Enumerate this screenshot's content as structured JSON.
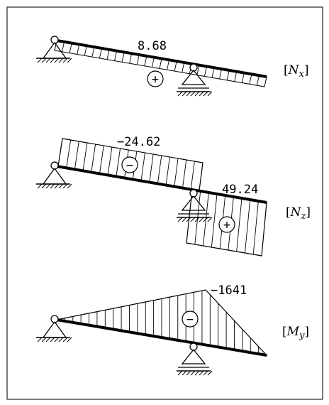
{
  "diagrams": [
    {
      "name": "normal-force-x",
      "value_label": "8.68",
      "sign": "+",
      "label_prefix": "[",
      "label_symbol": "N",
      "label_subscript": "x",
      "label_suffix": "]"
    },
    {
      "name": "normal-force-z",
      "value_label_left": "−24.62",
      "value_label_right": "49.24",
      "sign_left": "−",
      "sign_right": "+",
      "label_prefix": "[",
      "label_symbol": "N",
      "label_subscript": "z",
      "label_suffix": "]"
    },
    {
      "name": "bending-moment-y",
      "value_label": "−1641",
      "sign": "−",
      "label_prefix": "[",
      "label_symbol": "M",
      "label_subscript": "y",
      "label_suffix": "]"
    }
  ],
  "colors": {
    "line": "#000000",
    "background": "#ffffff",
    "frame": "#222222"
  }
}
